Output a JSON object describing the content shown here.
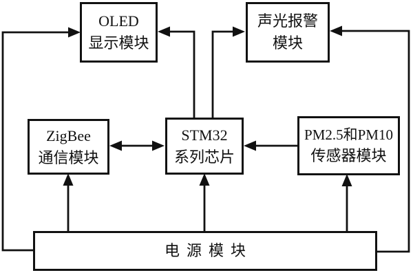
{
  "diagram": {
    "type": "block-diagram",
    "language": "zh-CN",
    "colors": {
      "background": "#ffffff",
      "line": "#111111",
      "box_fill": "#ffffff",
      "text": "#111111"
    },
    "boxes": {
      "oled": {
        "line1": "OLED",
        "line2": "显示模块"
      },
      "alarm": {
        "line1": "声光报警",
        "line2": "模块"
      },
      "zigbee": {
        "line1": "ZigBee",
        "line2": "通信模块"
      },
      "stm32": {
        "line1": "STM32",
        "line2": "系列芯片"
      },
      "pm_sensor": {
        "line1": "PM2.5和PM10",
        "line2": "传感器模块"
      },
      "power": {
        "line1": "电源模块"
      }
    },
    "connections": [
      {
        "from": "power",
        "to": "oled",
        "style": "arrow",
        "via": "left-rail"
      },
      {
        "from": "stm32",
        "to": "oled",
        "style": "arrow"
      },
      {
        "from": "stm32",
        "to": "alarm",
        "style": "arrow"
      },
      {
        "from": "power",
        "to": "alarm",
        "style": "arrow",
        "via": "right-rail"
      },
      {
        "from": "zigbee",
        "to": "stm32",
        "style": "arrow",
        "bidirectional": true
      },
      {
        "from": "pm_sensor",
        "to": "stm32",
        "style": "arrow"
      },
      {
        "from": "power",
        "to": "zigbee",
        "style": "arrow"
      },
      {
        "from": "power",
        "to": "stm32",
        "style": "arrow"
      },
      {
        "from": "power",
        "to": "pm_sensor",
        "style": "arrow"
      }
    ]
  }
}
